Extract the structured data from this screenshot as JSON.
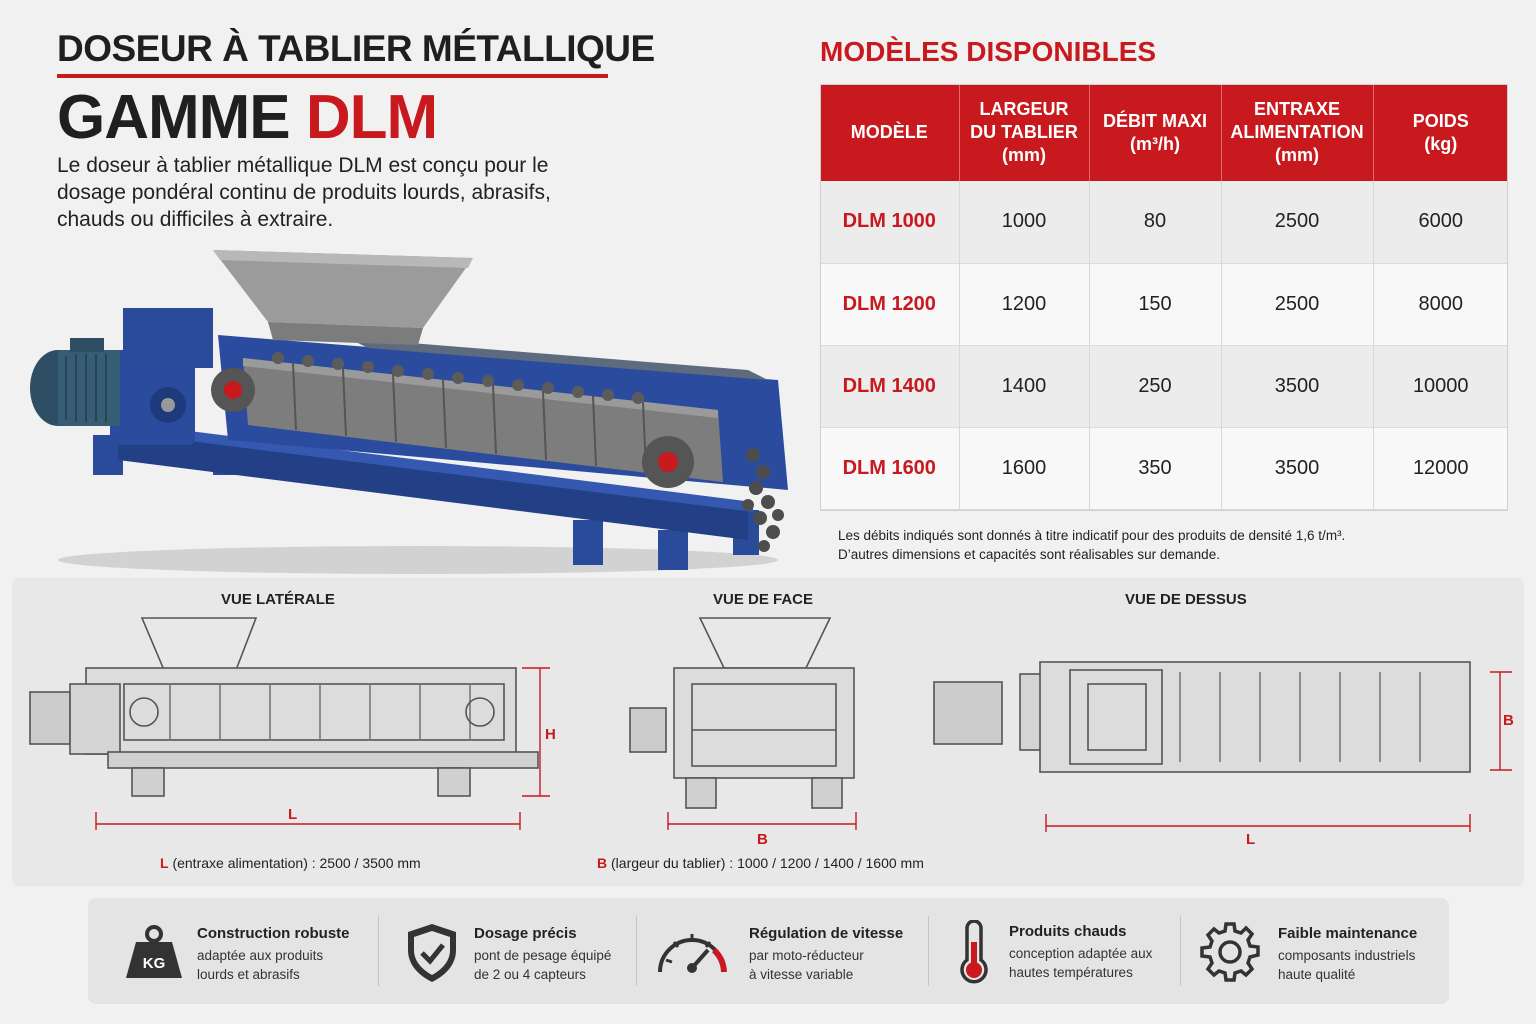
{
  "header": {
    "title_line1": "DOSEUR À TABLIER MÉTALLIQUE",
    "title_prefix": "GAMME ",
    "title_accent": "DLM",
    "description": "Le doseur à tablier métallique DLM est conçu pour le dosage pondéral continu de produits lourds, abrasifs, chauds ou difficiles à extraire."
  },
  "models": {
    "title": "MODÈLES DISPONIBLES",
    "columns": [
      "MODÈLE",
      "LARGEUR\nDU TABLIER\n(mm)",
      "DÉBIT MAXI\n(m³/h)",
      "ENTRAXE\nALIMENTATION\n(mm)",
      "POIDS\n(kg)"
    ],
    "rows": [
      [
        "DLM 1000",
        "1000",
        "80",
        "2500",
        "6000"
      ],
      [
        "DLM 1200",
        "1200",
        "150",
        "2500",
        "8000"
      ],
      [
        "DLM 1400",
        "1400",
        "250",
        "3500",
        "10000"
      ],
      [
        "DLM 1600",
        "1600",
        "350",
        "3500",
        "12000"
      ]
    ],
    "note_line1": "Les débits indiqués sont donnés à titre indicatif pour des produits de densité 1,6 t/m³.",
    "note_line2": "D’autres dimensions et capacités sont réalisables sur demande."
  },
  "views": {
    "side_label": "VUE LATÉRALE",
    "front_label": "VUE DE FACE",
    "top_label": "VUE DE DESSUS",
    "dim_h": "H",
    "dim_l": "L",
    "dim_b": "B",
    "caption_l_letter": "L",
    "caption_l_text": " (entraxe alimentation) : 2500 / 3500 mm",
    "caption_b_letter": "B",
    "caption_b_text": " (largeur du tablier) : 1000 / 1200 / 1400 / 1600 mm"
  },
  "features": [
    {
      "icon": "weight-kg-icon",
      "icon_text": "KG",
      "title": "Construction robuste",
      "desc": "adaptée aux produits\nlourds et abrasifs"
    },
    {
      "icon": "shield-check-icon",
      "title": "Dosage précis",
      "desc": "pont de pesage équipé\nde 2 ou 4 capteurs"
    },
    {
      "icon": "speedometer-icon",
      "title": "Régulation de vitesse",
      "desc": "par moto-réducteur\nà vitesse variable"
    },
    {
      "icon": "thermometer-icon",
      "title": "Produits chauds",
      "desc": "conception adaptée aux\nhautes températures"
    },
    {
      "icon": "gear-icon",
      "title": "Faible maintenance",
      "desc": "composants industriels\nhaute qualité"
    }
  ],
  "colors": {
    "accent": "#c8191e",
    "frame_blue": "#2a4a9a",
    "steel": "#8a8a8a"
  }
}
